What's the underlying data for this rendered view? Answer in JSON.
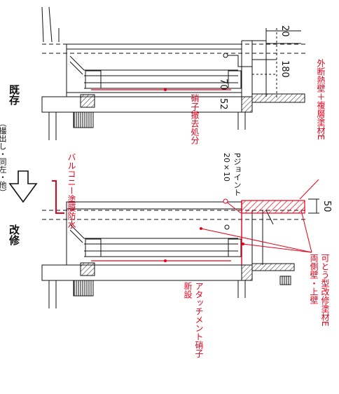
{
  "labels": {
    "before": "既存",
    "before_note": "（撮出し・同左・他）",
    "after": "改修",
    "glass_removal": "硝子撤去処分",
    "exterior_wall": "外断熱壁＋複層塗材E",
    "balcony": "バルコニー塗膜防水",
    "sealant": "Pジョイント 20×10",
    "sealant_line1": "Pジョイント",
    "sealant_line2": "20×10",
    "recoat_line1": "可とう型改修塗材E",
    "recoat_line2": "両側壁・上壁",
    "attach_line1": "アタッチメント硝子",
    "attach_line2": "新設"
  },
  "dimensions": {
    "d20": "20",
    "d180": "180",
    "d70": "70",
    "d52": "52",
    "d50": "50"
  },
  "colors": {
    "accent": "#e8001a",
    "line": "#111111"
  },
  "icons": {
    "arrow": "down-outline-arrow-icon"
  }
}
